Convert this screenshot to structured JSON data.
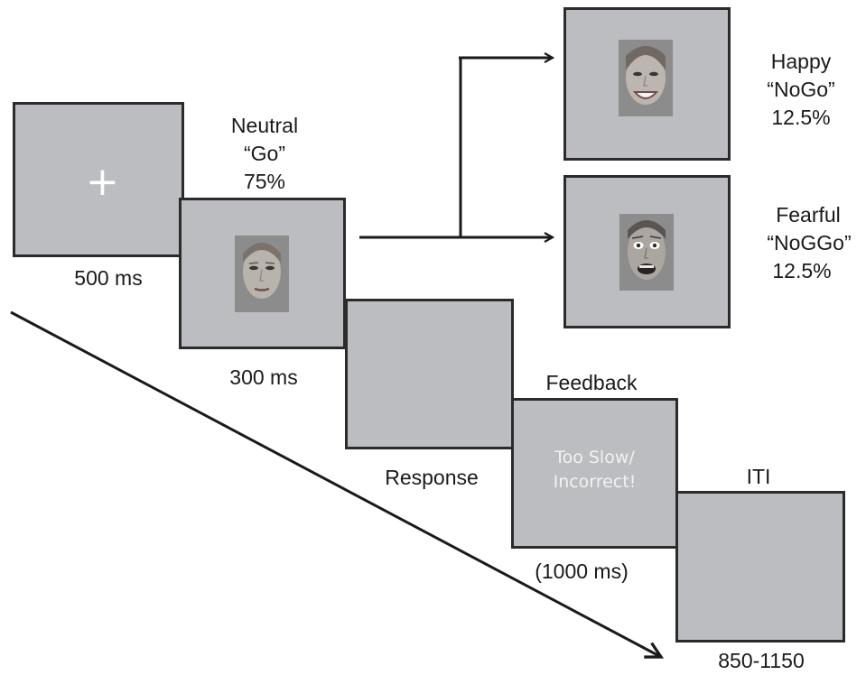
{
  "fixation": {
    "symbol": "+",
    "duration": "500 ms"
  },
  "neutral": {
    "name": "Neutral",
    "trial": "“Go”",
    "percent": "75%",
    "duration": "300 ms"
  },
  "happy": {
    "name": "Happy",
    "trial": "“NoGo”",
    "percent": "12.5%"
  },
  "fearful": {
    "name": "Fearful",
    "trial": "“NoGGo”",
    "percent": "12.5%"
  },
  "response": {
    "label": "Response"
  },
  "feedback": {
    "label": "Feedback",
    "message_line1": "Too Slow/",
    "message_line2": "Incorrect!",
    "duration": "(1000 ms)"
  },
  "iti": {
    "label": "ITI",
    "duration": "850-1150"
  },
  "colors": {
    "screen": "#bcbdc0",
    "border": "#2b2b2b",
    "stimulus_text": "#ffffff"
  }
}
